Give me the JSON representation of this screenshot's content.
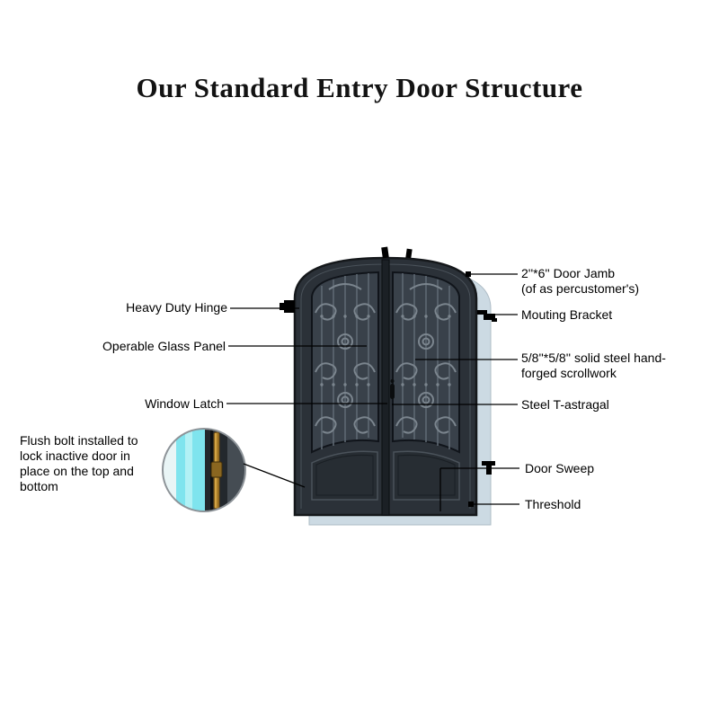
{
  "title": "Our Standard Entry Door Structure",
  "labels": {
    "heavy_duty_hinge": "Heavy Duty Hinge",
    "operable_glass_panel": "Operable Glass Panel",
    "window_latch": "Window Latch",
    "flush_bolt": "Flush bolt installed to lock inactive door in place on the top and bottom",
    "door_jamb_line1": "2''*6'' Door Jamb",
    "door_jamb_line2": "(of as percustomer's)",
    "mounting_bracket": "Mouting Bracket",
    "scrollwork": "5/8''*5/8'' solid steel hand-forged scrollwork",
    "steel_t_astragal": "Steel T-astragal",
    "door_sweep": "Door Sweep",
    "threshold": "Threshold"
  },
  "icons": {
    "hinge": "hinge-icon",
    "mounting_bracket": "mounting-bracket-icon",
    "door_sweep": "door-sweep-icon",
    "flush_bolt_magnifier": "flush-bolt-magnifier-icon",
    "top_brackets": "top-mounting-bracket-icon"
  },
  "colors": {
    "door_body": "#2b3138",
    "door_glass": "#39414a",
    "backdrop_jamb": "#ccdae3",
    "inset_glass_cyan": "#7fe4ee",
    "flush_bolt_brass": "#a87c28",
    "leader_line": "#000000"
  }
}
